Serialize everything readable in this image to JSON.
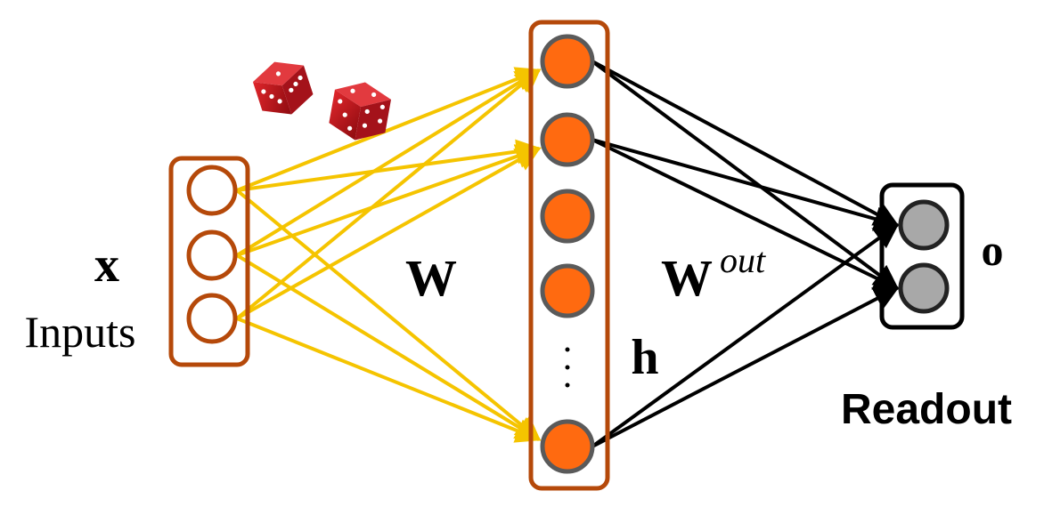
{
  "labels": {
    "input_symbol": "x",
    "input_caption": "Inputs",
    "weight_symbol": "W",
    "out_weight_symbol": "W",
    "out_weight_superscript": "out",
    "hidden_symbol": "h",
    "output_symbol": "o",
    "readout_caption": "Readout"
  },
  "network": {
    "input_units": 3,
    "hidden_units_shown": 5,
    "hidden_units_truncated": true,
    "output_units": 2,
    "input_hidden_connections": "all-to-visible",
    "hidden_output_connections": "all"
  },
  "icons": {
    "dice": [
      "dice-icon",
      "dice-icon"
    ]
  },
  "colors": {
    "input_box": "#b5490a",
    "hidden_box": "#b5490a",
    "hidden_unit_fill": "#ff6a10",
    "hidden_unit_stroke": "#5a5a5a",
    "input_weight_arrows": "#f5c400",
    "output_weight_arrows": "#000000",
    "output_unit_fill": "#a8a8a8",
    "output_box": "#000000",
    "dice": "#c4161c"
  }
}
